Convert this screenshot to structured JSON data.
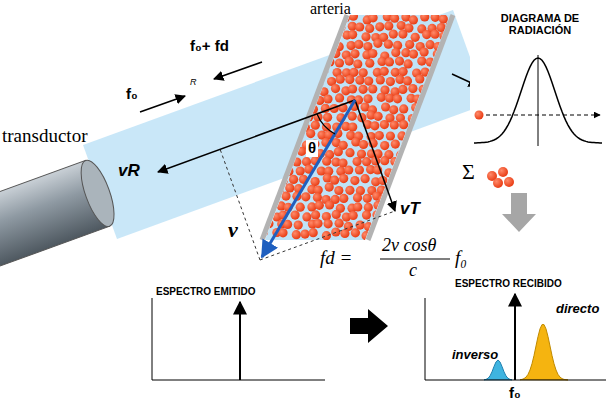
{
  "diagram": {
    "labels": [
      "arteria",
      "DIAGRAMA DE RADIACIÓN",
      "f₀+ fd",
      "f₀",
      "R",
      "transductor",
      "vR",
      "θ",
      "vT",
      "v",
      "Σ",
      "fd =",
      "2v cosθ",
      "c",
      "f₀",
      "ESPECTRO EMITIDO",
      "ESPECTRO RECIBIDO",
      "inverso",
      "directo",
      "f₀"
    ]
  }
}
